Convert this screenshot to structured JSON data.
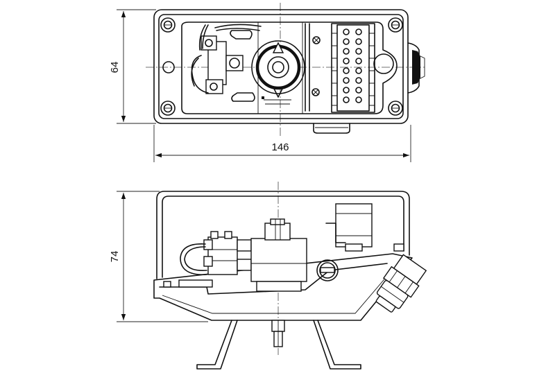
{
  "dimensions": {
    "top_height": "64",
    "top_width": "146",
    "side_height": "74"
  }
}
